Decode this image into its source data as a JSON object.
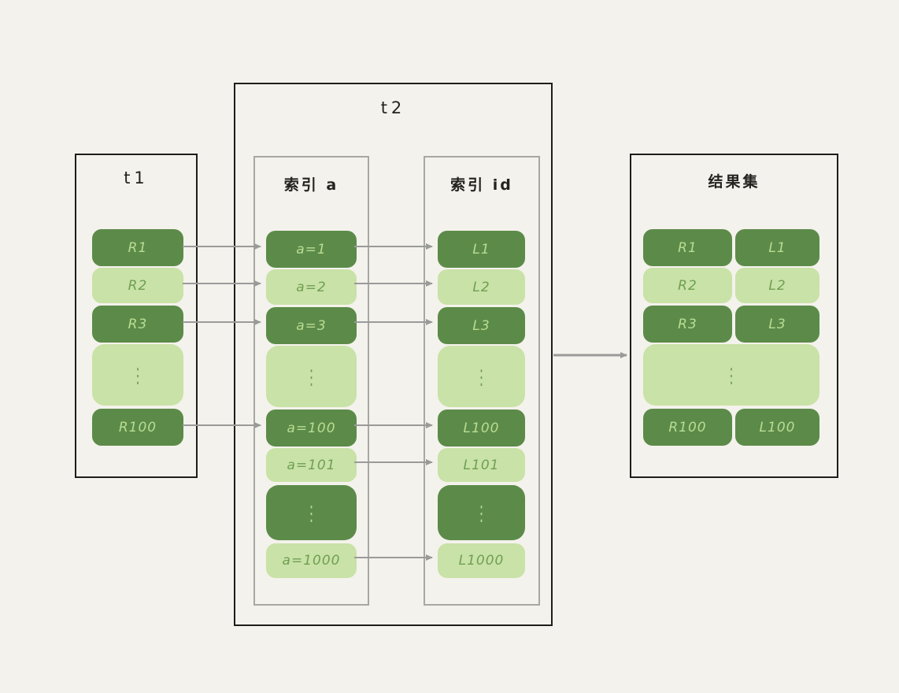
{
  "colors": {
    "background": "#f4f2ec",
    "dark_pill": "#5c8b49",
    "light_pill": "#c9e2a7",
    "dark_pill_text": "#b9dc93",
    "light_pill_text": "#6f9f53",
    "arrow": "#9a9a9a",
    "outer_border": "#1d1d1b",
    "inner_border": "#a9a7a1"
  },
  "t1": {
    "title": "t1",
    "rows": [
      {
        "label": "R1"
      },
      {
        "label": "R2"
      },
      {
        "label": "R3"
      },
      {
        "label": "⋮"
      },
      {
        "label": "R100"
      }
    ]
  },
  "t2": {
    "title": "t2",
    "index_a": {
      "title": "索引 a",
      "rows": [
        {
          "label": "a=1"
        },
        {
          "label": "a=2"
        },
        {
          "label": "a=3"
        },
        {
          "label": "⋮"
        },
        {
          "label": "a=100"
        },
        {
          "label": "a=101"
        },
        {
          "label": "⋮"
        },
        {
          "label": "a=1000"
        }
      ]
    },
    "index_id": {
      "title": "索引 id",
      "rows": [
        {
          "label": "L1"
        },
        {
          "label": "L2"
        },
        {
          "label": "L3"
        },
        {
          "label": "⋮"
        },
        {
          "label": "L100"
        },
        {
          "label": "L101"
        },
        {
          "label": "⋮"
        },
        {
          "label": "L1000"
        }
      ]
    }
  },
  "result": {
    "title": "结果集",
    "rows": [
      {
        "left": "R1",
        "right": "L1"
      },
      {
        "left": "R2",
        "right": "L2"
      },
      {
        "left": "R3",
        "right": "L3"
      },
      {
        "dots": "⋮"
      },
      {
        "left": "R100",
        "right": "L100"
      }
    ]
  }
}
